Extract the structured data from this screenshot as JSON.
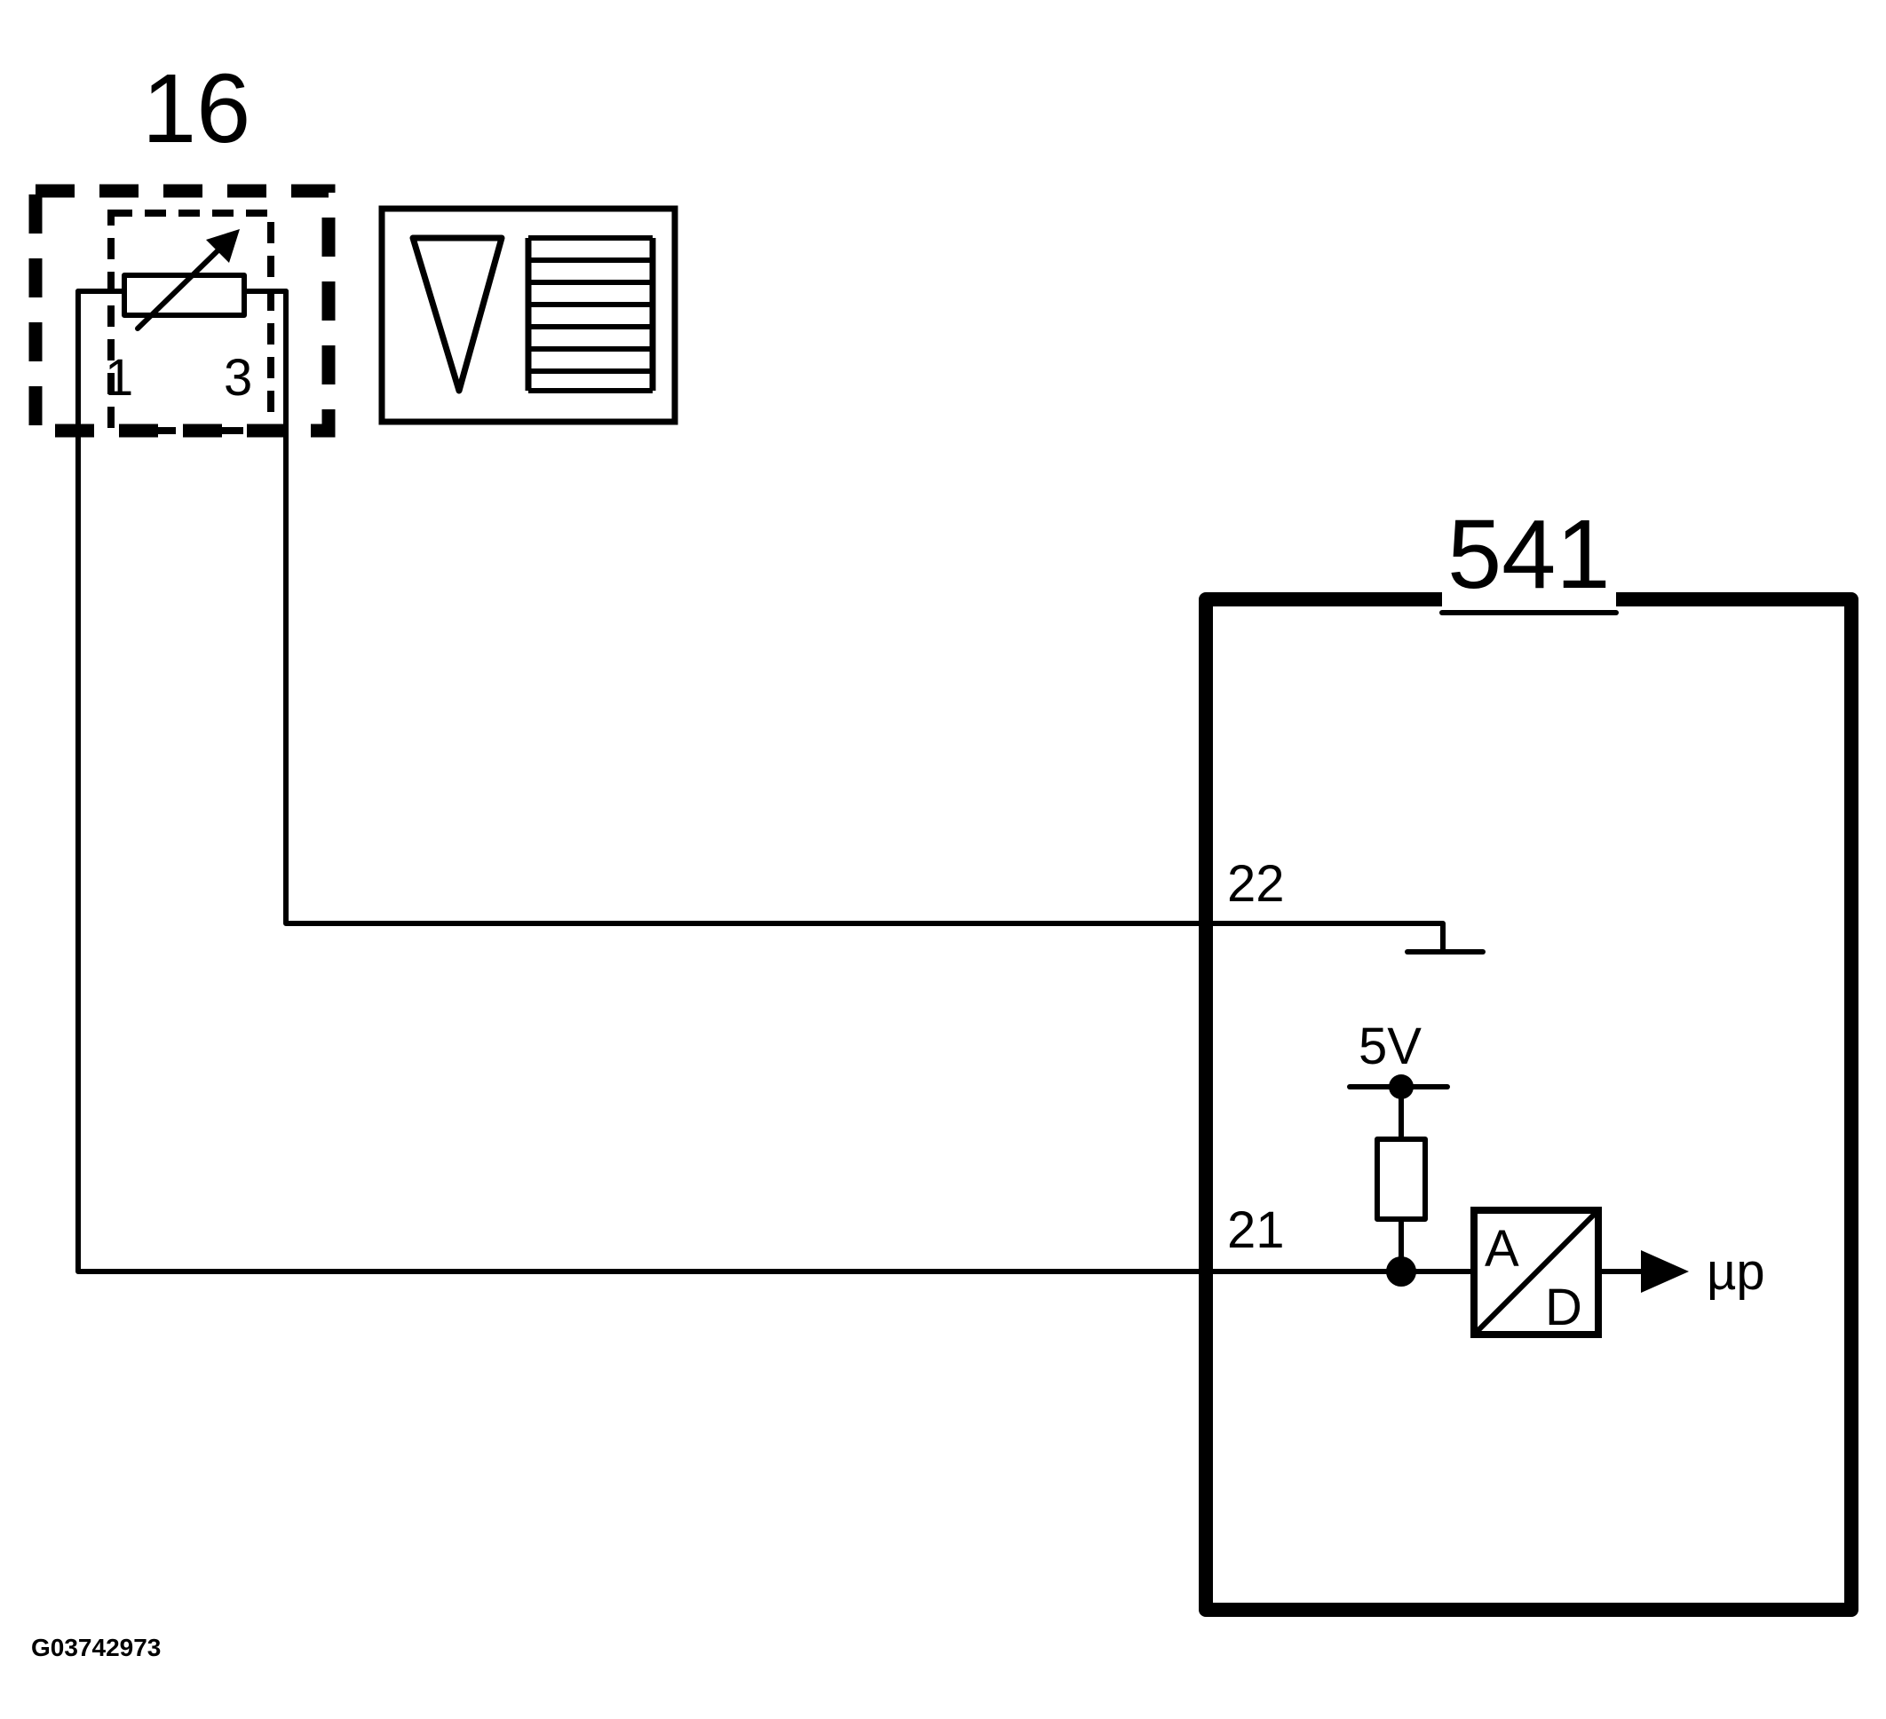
{
  "diagram": {
    "components": {
      "sensor": {
        "id": "16",
        "pin_left": "1",
        "pin_right": "3"
      },
      "ecu": {
        "id": "541",
        "pin_upper": "22",
        "pin_lower": "21"
      }
    },
    "supply_label": "5V",
    "converter": {
      "in": "A",
      "out": "D"
    },
    "output_label": "µp",
    "symbol_icon": "fuel-level-symbol-icon",
    "figure_code": "G03742973"
  }
}
